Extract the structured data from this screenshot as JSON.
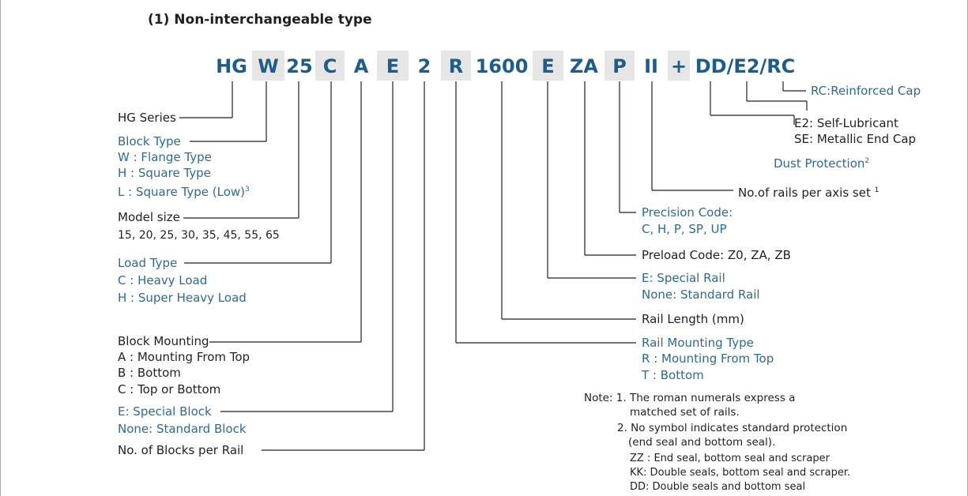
{
  "title": "(1) Non-interchangeable type",
  "code_segments": [
    "HG",
    "W",
    "25",
    "C",
    "A",
    "E",
    "2",
    "R",
    "1600",
    "E",
    "ZA",
    "P",
    "II",
    "+",
    "DD/E2/RC"
  ],
  "left": {
    "series": "HG Series",
    "block_type": {
      "heading": "Block  Type",
      "w": "W : Flange  Type",
      "h": "H : Square Type",
      "l": "L : Square Type (Low)",
      "l_sup": "3"
    },
    "model_size": {
      "heading": "Model size",
      "values": "15, 20, 25, 30, 35, 45, 55, 65"
    },
    "load_type": {
      "heading": "Load Type",
      "c": "C : Heavy Load",
      "h": "H : Super Heavy Load"
    },
    "block_mounting": {
      "heading": "Block Mounting",
      "a": "A : Mounting From Top",
      "b": "B : Bottom",
      "c": "C : Top or Bottom"
    },
    "special_block": {
      "e": "E: Special Block",
      "none": "None: Standard Block"
    },
    "blocks_per_rail": "No. of Blocks per Rail"
  },
  "right": {
    "rc": "RC:Reinforced Cap",
    "e2": "E2: Self-Lubricant",
    "se": "SE: Metallic End Cap",
    "dust": "Dust Protection",
    "dust_sup": "2",
    "rails": "No.of rails per axis set",
    "rails_sup": "1",
    "precision_heading": "Precision Code:",
    "precision_values": "C, H, P, SP, UP",
    "preload": "Preload Code: Z0, ZA, ZB",
    "special_rail": "E: Special Rail",
    "standard_rail": "None: Standard Rail",
    "rail_length": "Rail Length (mm)",
    "rail_mounting": {
      "heading": "Rail Mounting Type",
      "r": "R : Mounting From Top",
      "t": "T : Bottom"
    }
  },
  "notes": {
    "n1_a": "Note: 1. The roman numerals express a",
    "n1_b": "matched set of rails.",
    "n2_a": "2. No symbol indicates standard protection",
    "n2_b": "(end seal and bottom seal).",
    "zz": "ZZ : End seal, bottom seal and scraper",
    "kk": "KK: Double seals, bottom seal and scraper.",
    "dd": "DD: Double seals and bottom seal"
  },
  "colors": {
    "code_text": "#1c5d8f",
    "code_box": "#e6e6e6",
    "blue_label": "#2d6a9c",
    "dark_text": "#231f20"
  }
}
